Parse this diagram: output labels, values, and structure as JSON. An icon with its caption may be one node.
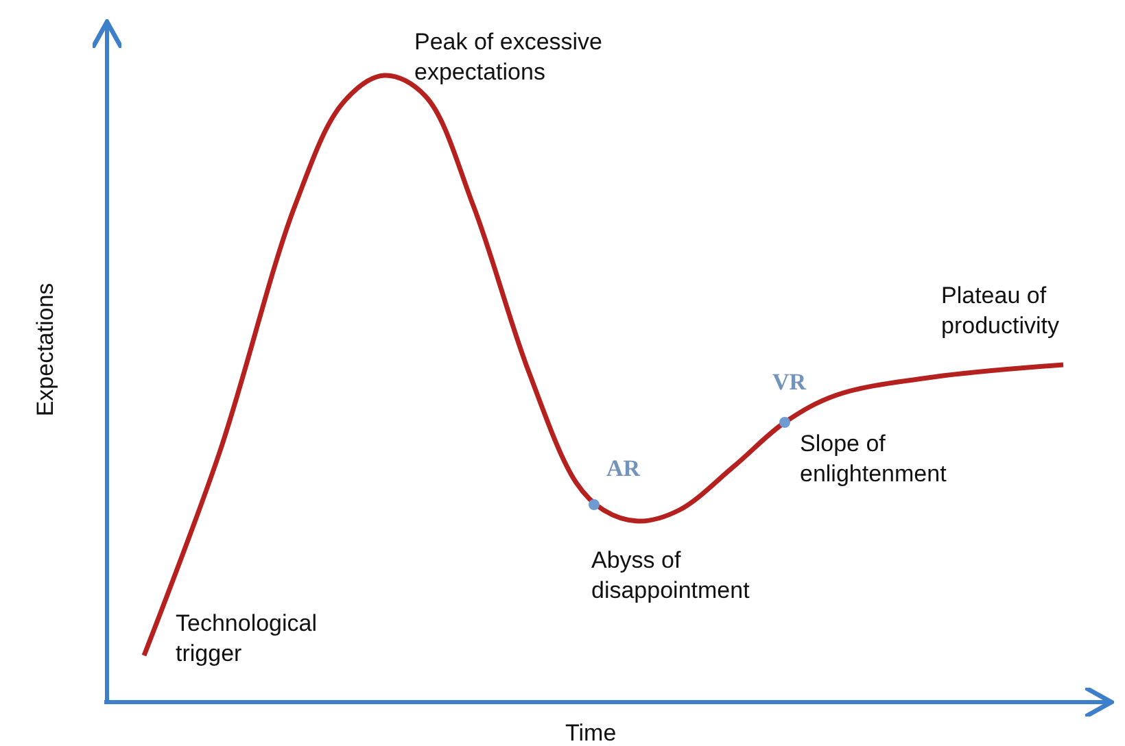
{
  "diagram": {
    "labels": [
      "Peak of excessive expectations",
      "Plateau of productivity",
      "VR",
      "Slope of enlightenment",
      "AR",
      "Abyss of disappointment",
      "Technological trigger",
      "Expectations",
      "Time"
    ]
  }
}
